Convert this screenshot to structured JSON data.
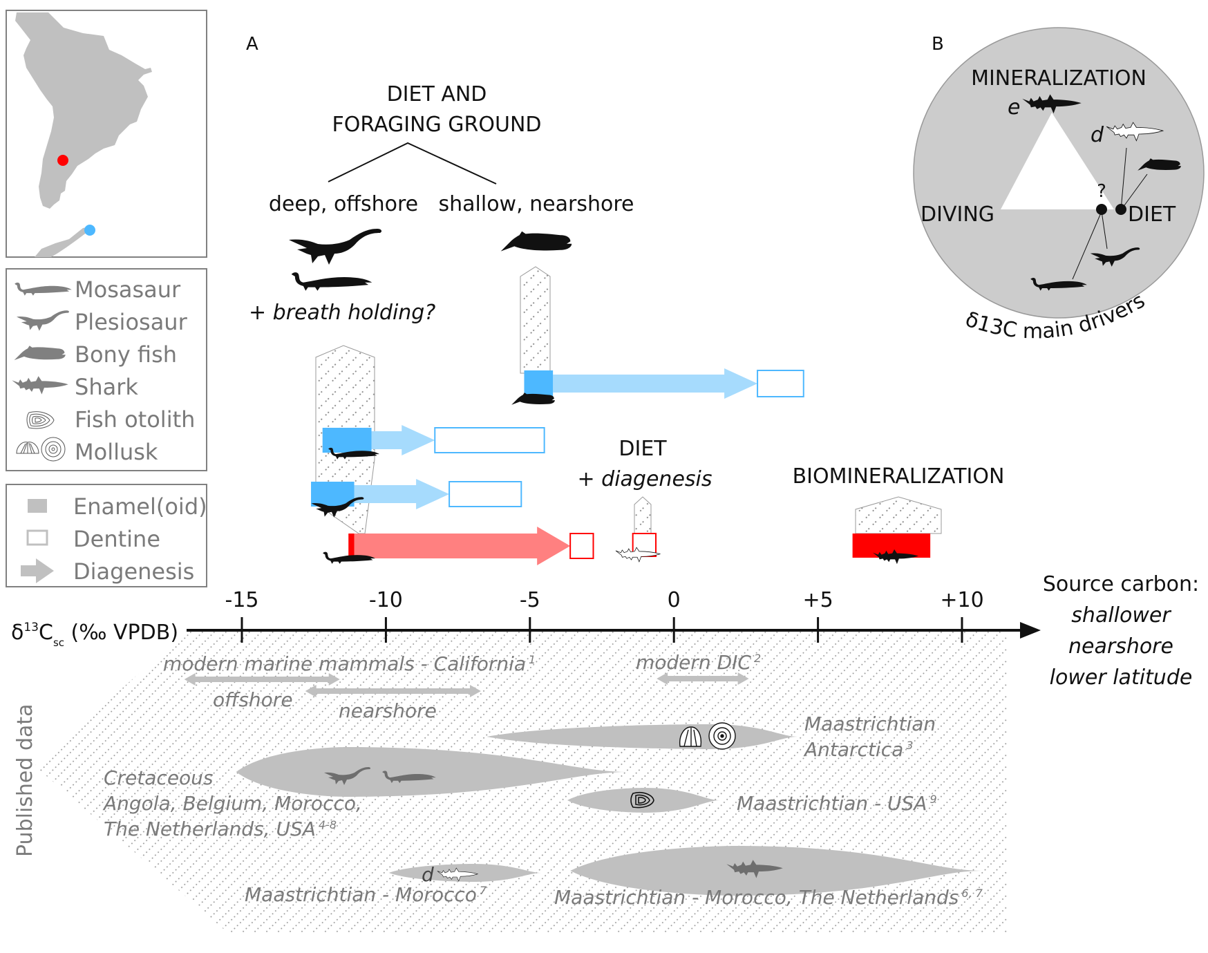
{
  "panels": {
    "a_label": "A",
    "b_label": "B"
  },
  "legend_taxa": {
    "items": [
      {
        "icon": "mosasaur-icon",
        "label": "Mosasaur"
      },
      {
        "icon": "plesiosaur-icon",
        "label": "Plesiosaur"
      },
      {
        "icon": "bony-fish-icon",
        "label": "Bony fish"
      },
      {
        "icon": "shark-icon",
        "label": "Shark"
      },
      {
        "icon": "otolith-icon",
        "label": "Fish otolith"
      },
      {
        "icon": "mollusk-icon",
        "label": "Mollusk"
      }
    ]
  },
  "legend_tissue": {
    "items": [
      {
        "icon": "filled-square-icon",
        "label": "Enamel(oid)"
      },
      {
        "icon": "empty-square-icon",
        "label": "Dentine"
      },
      {
        "icon": "arrow-icon",
        "label": "Diagenesis"
      }
    ]
  },
  "map": {
    "sites": [
      {
        "name": "Patagonia (Argentina)",
        "color": "#ff0000"
      },
      {
        "name": "Antarctic Peninsula",
        "color": "#4db8ff"
      }
    ]
  },
  "panel_a": {
    "heading_line1": "DIET  AND",
    "heading_line2": "FORAGING GROUND",
    "branch_left": "deep, offshore",
    "branch_right": "shallow, nearshore",
    "breath_note": "+ breath holding?",
    "diet_label": "DIET",
    "diet_sub": "+ diagenesis",
    "biomin_label": "BIOMINERALIZATION",
    "source_title": "Source carbon:",
    "source_lines": [
      "shallower",
      "nearshore",
      "lower latitude"
    ]
  },
  "axis": {
    "label_delta": "δ",
    "label_sup": "13",
    "label_c": "C",
    "label_sub": "sc",
    "label_unit": " (‰ VPDB)",
    "ticks": [
      -15,
      -10,
      -5,
      0,
      5,
      10
    ],
    "tick_labels": [
      "-15",
      "-10",
      "-5",
      "0",
      "+5",
      "+10"
    ],
    "range": [
      -18.5,
      12.5
    ]
  },
  "chart_data": {
    "type": "range-diagram",
    "title": "",
    "xlabel": "δ13Csc (‰ VPDB)",
    "xlim": [
      -18.5,
      12.5
    ],
    "x_ticks": [
      -15,
      -10,
      -5,
      0,
      5,
      10
    ],
    "specimens": [
      {
        "taxon": "Bony fish",
        "group": "shallow, nearshore",
        "enameloid_range": [
          -5.2,
          -4.2
        ],
        "dentine_range": [
          2.9,
          4.5
        ],
        "color": "#4db8ff",
        "arrow": "diagenesis"
      },
      {
        "taxon": "Mosasaur",
        "group": "deep, offshore",
        "enamel_range": [
          -12.2,
          -10.5
        ],
        "dentine_range": [
          -8.3,
          -4.5
        ],
        "color": "#4db8ff",
        "arrow": "diagenesis"
      },
      {
        "taxon": "Plesiosaur",
        "group": "deep, offshore",
        "enamel_range": [
          -12.6,
          -11.1
        ],
        "dentine_range": [
          -7.8,
          -5.3
        ],
        "color": "#4db8ff",
        "arrow": "diagenesis"
      },
      {
        "taxon": "Mosasaur",
        "group": "Antarctica",
        "enamel_range": [
          -11.3,
          -11.1
        ],
        "dentine_range": [
          -3.6,
          -2.8
        ],
        "color": "#ff0000",
        "arrow": "diagenesis"
      },
      {
        "taxon": "Shark (d)",
        "group": "DIET + diagenesis",
        "dentine_range": [
          -1.5,
          -0.7
        ],
        "color": "#ff0000"
      },
      {
        "taxon": "Shark (e)",
        "group": "BIOMINERALIZATION",
        "enameloid_range": [
          6.2,
          8.9
        ],
        "color": "#ff0000"
      }
    ],
    "published_data": [
      {
        "label": "modern marine mammals - California",
        "ref": "1",
        "sub": [
          {
            "name": "offshore",
            "range": [
              -17,
              -11.6
            ]
          },
          {
            "name": "nearshore",
            "range": [
              -12.8,
              -6.7
            ]
          }
        ]
      },
      {
        "label": "modern DIC",
        "ref": "2",
        "range": [
          -0.6,
          2.6
        ]
      },
      {
        "label": "Maastrichtian Antarctica",
        "ref": "3",
        "range": [
          -6.5,
          4.3
        ],
        "taxa": [
          "Mollusk"
        ]
      },
      {
        "label": "Cretaceous Angola, Belgium, Morocco, The Netherlands, USA",
        "ref": "4-8",
        "range": [
          -15.2,
          -1.6
        ],
        "taxa": [
          "Plesiosaur",
          "Mosasaur"
        ]
      },
      {
        "label": "Maastrichtian - USA",
        "ref": "9",
        "range": [
          -3.7,
          1.6
        ],
        "taxa": [
          "Fish otolith"
        ]
      },
      {
        "label": "Maastrichtian - Morocco",
        "ref": "7",
        "range": [
          -9.9,
          -4.6
        ],
        "taxa": [
          "Shark (d)"
        ]
      },
      {
        "label": "Maastrichtian - Morocco, The Netherlands",
        "ref": "6, 7",
        "range": [
          -3.6,
          10.7
        ],
        "taxa": [
          "Shark"
        ]
      }
    ]
  },
  "published": {
    "side_label": "Published data",
    "mammals": "modern marine mammals - California",
    "mammals_ref": "1",
    "offshore": "offshore",
    "nearshore": "nearshore",
    "dic": "modern DIC",
    "dic_ref": "2",
    "antarctica_1": "Maastrichtian",
    "antarctica_2": "Antarctica",
    "antarctica_ref": "3",
    "cret_1": "Cretaceous",
    "cret_2": "Angola, Belgium, Morocco,",
    "cret_3": "The Netherlands, USA",
    "cret_ref": "4-8",
    "usa": "Maastrichtian - USA",
    "usa_ref": "9",
    "morocco": "Maastrichtian - Morocco",
    "morocco_ref": "7",
    "morocco_nl": "Maastrichtian - Morocco, The Netherlands",
    "morocco_nl_ref": "6, 7",
    "d_mark": "d"
  },
  "panel_b": {
    "top": "MINERALIZATION",
    "left": "DIVING",
    "right": "DIET",
    "e_mark": "e",
    "d_mark": "d",
    "question": "?",
    "caption": "δ13C main drivers"
  },
  "colors": {
    "blue": "#4db8ff",
    "light_blue": "#a6dbfd",
    "red": "#ff0000",
    "light_red": "#ff8080",
    "gray_fill": "#c0c0c0",
    "panel_b_bg": "#cccccc"
  }
}
